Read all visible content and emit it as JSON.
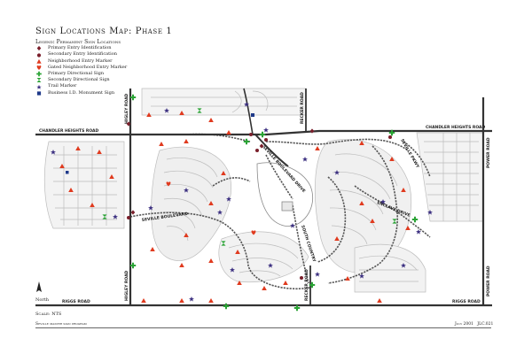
{
  "map": {
    "title": "Sign Locations Map: Phase 1",
    "legend_title": "Legend: Permanent Sign Locations",
    "legend_items": [
      {
        "label": "Primary Entry Identification",
        "icon": "diamond-icon",
        "color": "#7a1f2b"
      },
      {
        "label": "Secondary Entry Identification",
        "icon": "circle-icon",
        "color": "#7a1f2b"
      },
      {
        "label": "Neighborhood Entry Marker",
        "icon": "triangle-icon",
        "color": "#e03a1e"
      },
      {
        "label": "Gated Neighborhood Entry Marker",
        "icon": "heart-icon",
        "color": "#e03a1e"
      },
      {
        "label": "Primary Directional Sign",
        "icon": "cross-icon",
        "color": "#2aa335"
      },
      {
        "label": "Secondary Directional Sign",
        "icon": "hourglass-icon",
        "color": "#2aa335"
      },
      {
        "label": "Trail Marker",
        "icon": "star-icon",
        "color": "#3b2f80"
      },
      {
        "label": "Business I.D. Monument Sign",
        "icon": "square-icon",
        "color": "#1f3a8a"
      }
    ],
    "roads": [
      {
        "name": "Chandler Heights Road",
        "label": "CHANDLER HEIGHTS ROAD"
      },
      {
        "name": "Chandler Heights Road East",
        "label": "CHANDLER HEIGHTS ROAD"
      },
      {
        "name": "Higley Road North",
        "label": "HIGLEY ROAD"
      },
      {
        "name": "Higley Road South",
        "label": "HIGLEY ROAD"
      },
      {
        "name": "Seville Boulevard",
        "label": "SEVILLE BOULEVARD"
      },
      {
        "name": "Riggs Road West",
        "label": "RIGGS ROAD"
      },
      {
        "name": "Riggs Road East",
        "label": "RIGGS ROAD"
      },
      {
        "name": "Power Road North",
        "label": "POWER ROAD"
      },
      {
        "name": "Power Road South",
        "label": "POWER ROAD"
      },
      {
        "name": "Recker Road North",
        "label": "RECKER ROAD"
      },
      {
        "name": "Recker Road South",
        "label": "RECKER ROAD"
      },
      {
        "name": "South Country Club Way",
        "label": "SOUTH COUNTRY"
      },
      {
        "name": "Seville Parkway",
        "label": "SEVILLE PKWY"
      },
      {
        "name": "Enclave Drive",
        "label": "ENCLAVE DRIVE"
      },
      {
        "name": "Seville Boulevard Drive",
        "label": "SEVILLE BOULEVARD DRIVE"
      }
    ],
    "north_label": "North",
    "scale_label": "Scale: NTS",
    "footer_left": "Seville master sign program",
    "footer_date": "July 2001",
    "footer_code": "JLC.021"
  },
  "colors": {
    "primary_entry": "#7a1f2b",
    "neighborhood": "#e03a1e",
    "directional": "#2aa335",
    "trail": "#3b2f80",
    "business": "#1f3a8a",
    "road": "#333333",
    "lots": "#c8c8c8"
  }
}
